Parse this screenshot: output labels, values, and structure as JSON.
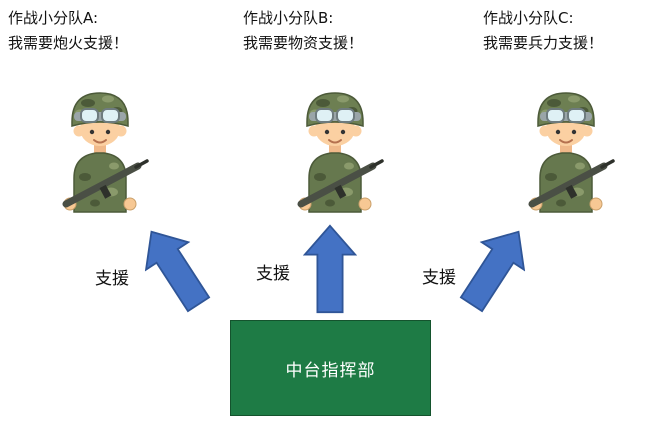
{
  "squads": [
    {
      "name": "作战小分队A:",
      "message": "我需要炮火支援！"
    },
    {
      "name": "作战小分队B:",
      "message": "我需要物资支援！"
    },
    {
      "name": "作战小分队C:",
      "message": "我需要兵力支援！"
    }
  ],
  "arrows": [
    {
      "label": "支援"
    },
    {
      "label": "支援"
    },
    {
      "label": "支援"
    }
  ],
  "command_center": {
    "label": "中台指挥部"
  },
  "colors": {
    "arrow_fill": "#4472C4",
    "arrow_stroke": "#2F5597",
    "command_box_fill": "#1E7B45",
    "command_box_border": "#14532D",
    "command_box_text": "#FFFFFF"
  }
}
